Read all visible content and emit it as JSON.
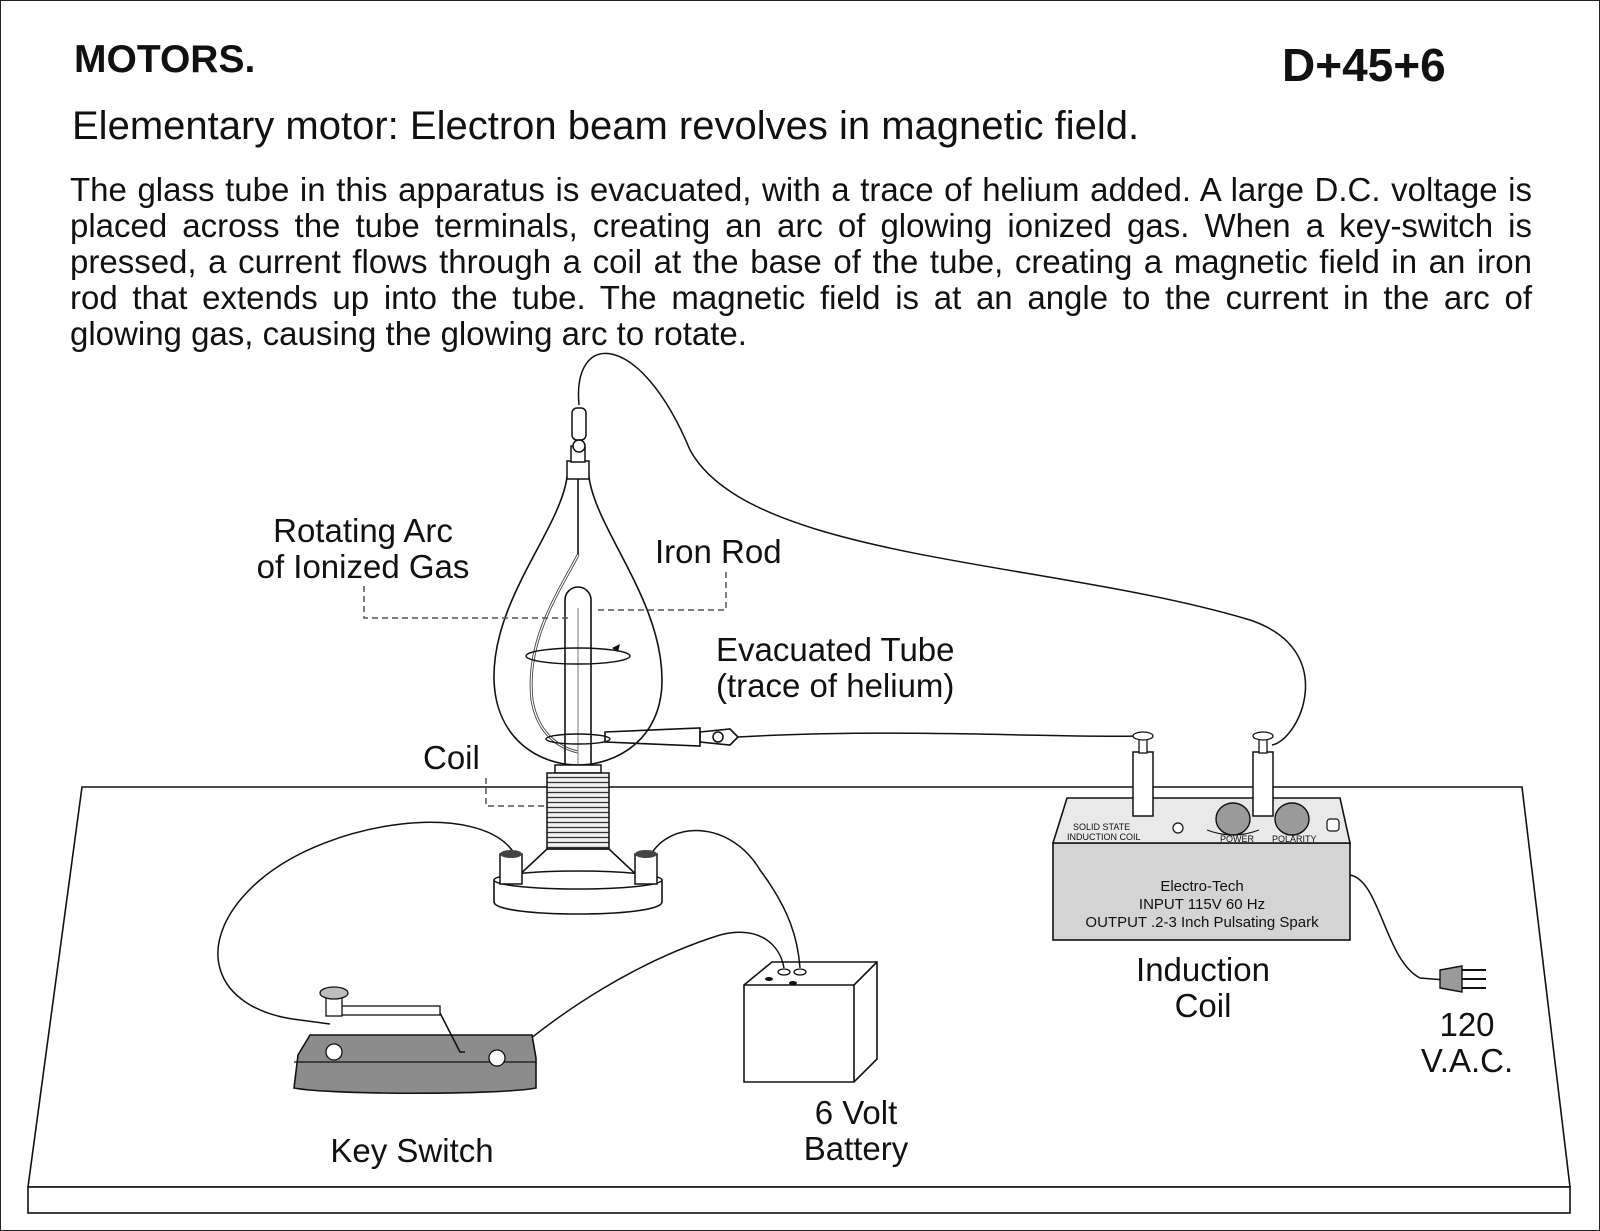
{
  "header": {
    "category": "MOTORS.",
    "code": "D+45+6",
    "subtitle": "Elementary motor: Electron beam revolves in magnetic field.",
    "description": "The glass tube in this apparatus is evacuated, with a trace of helium added.  A large D.C. voltage is placed across the tube terminals, creating an arc of glowing ionized gas.  When a key-switch is pressed, a current flows through a coil at the base of the tube, creating a magnetic field in an iron rod that extends up into the tube. The magnetic field is at an angle to the current in the arc of glowing gas, causing the glowing arc to rotate."
  },
  "labels": {
    "rotating_arc_1": "Rotating Arc",
    "rotating_arc_2": "of Ionized Gas",
    "iron_rod": "Iron Rod",
    "evacuated_tube_1": "Evacuated Tube",
    "evacuated_tube_2": "(trace of helium)",
    "coil": "Coil",
    "induction_coil_1": "Induction",
    "induction_coil_2": "Coil",
    "vac_1": "120",
    "vac_2": "V.A.C.",
    "battery_1": "6 Volt",
    "battery_2": "Battery",
    "key_switch": "Key Switch"
  },
  "induction_box": {
    "panel_label_1": "SOLID STATE",
    "panel_label_2": "INDUCTION COIL",
    "power_label": "POWER",
    "polarity_label": "POLARITY",
    "brand": "Electro-Tech",
    "input": "INPUT 115V 60 Hz",
    "output": "OUTPUT .2-3 Inch Pulsating Spark"
  }
}
